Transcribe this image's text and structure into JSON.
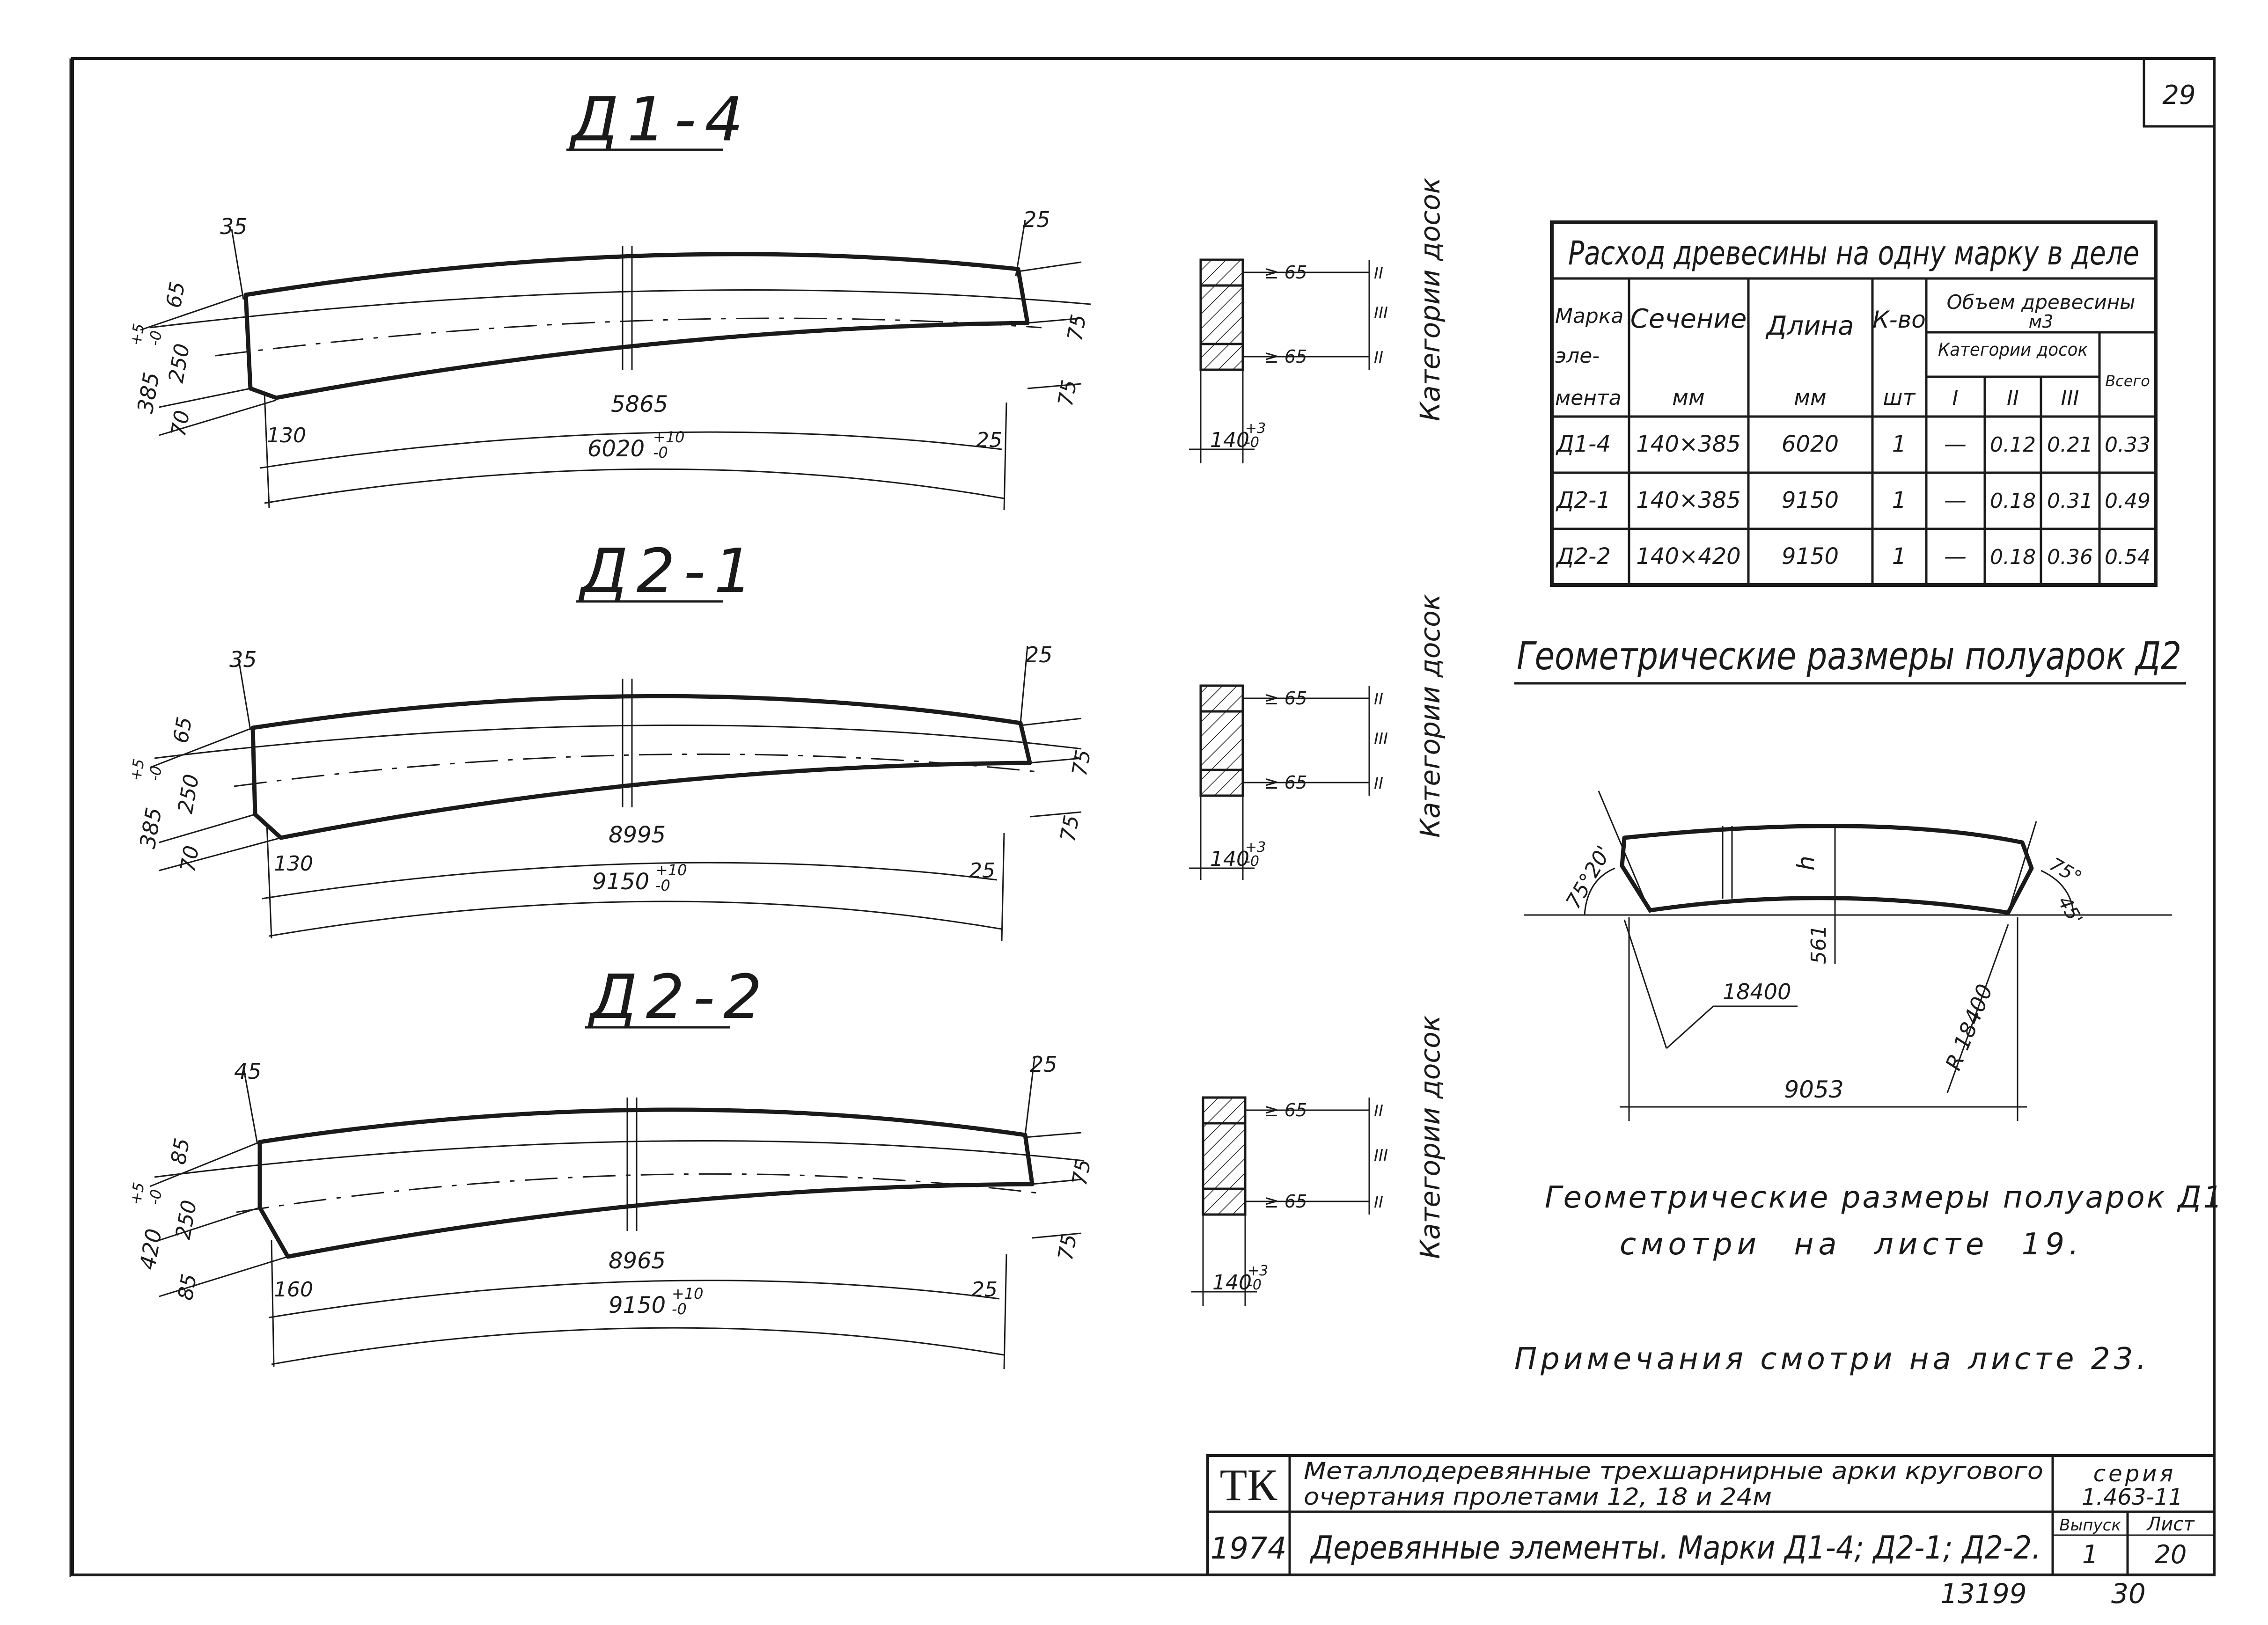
{
  "sheet_number": "29",
  "drawings": [
    {
      "title": "Д1-4",
      "dims": {
        "chamfer_left": "35",
        "chamfer_right": "25",
        "top_offset": "65",
        "depth": "250",
        "bottom_offset": "70",
        "total_height": "385",
        "total_tol_plus": "+5",
        "total_tol_minus": "-0",
        "right_top": "75",
        "right_bottom": "75",
        "left_bottom_offset": "130",
        "inner_length": "5865",
        "right_bottom_offset": "25",
        "length": "6020",
        "length_tol_plus": "+10",
        "length_tol_minus": "-0"
      },
      "section": {
        "grade_top": "≥ 65",
        "grade_bottom": "≥ 65",
        "cat_top": "II",
        "cat_mid": "III",
        "cat_bottom": "II",
        "width": "140",
        "width_tol_plus": "+3",
        "width_tol_minus": "-0"
      }
    },
    {
      "title": "Д2-1",
      "dims": {
        "chamfer_left": "35",
        "chamfer_right": "25",
        "top_offset": "65",
        "depth": "250",
        "bottom_offset": "70",
        "total_height": "385",
        "total_tol_plus": "+5",
        "total_tol_minus": "-0",
        "right_top": "75",
        "right_bottom": "75",
        "left_bottom_offset": "130",
        "inner_length": "8995",
        "right_bottom_offset": "25",
        "length": "9150",
        "length_tol_plus": "+10",
        "length_tol_minus": "-0"
      },
      "section": {
        "grade_top": "≥ 65",
        "grade_bottom": "≥ 65",
        "cat_top": "II",
        "cat_mid": "III",
        "cat_bottom": "II",
        "width": "140",
        "width_tol_plus": "+3",
        "width_tol_minus": "-0"
      }
    },
    {
      "title": "Д2-2",
      "dims": {
        "chamfer_left": "45",
        "chamfer_right": "25",
        "top_offset": "85",
        "depth": "250",
        "bottom_offset": "85",
        "total_height": "420",
        "total_tol_plus": "+5",
        "total_tol_minus": "-0",
        "right_top": "75",
        "right_bottom": "75",
        "left_bottom_offset": "160",
        "inner_length": "8965",
        "right_bottom_offset": "25",
        "length": "9150",
        "length_tol_plus": "+10",
        "length_tol_minus": "-0"
      },
      "section": {
        "grade_top": "≥ 65",
        "grade_bottom": "≥ 65",
        "cat_top": "II",
        "cat_mid": "III",
        "cat_bottom": "II",
        "width": "140",
        "width_tol_plus": "+3",
        "width_tol_minus": "-0"
      }
    }
  ],
  "section_caption": "Категории досок",
  "table": {
    "title": "Расход древесины на одну марку в деле",
    "headers": {
      "mark": [
        "Марка",
        "эле-",
        "мента"
      ],
      "section": "Сечение",
      "section_unit": "мм",
      "length": "Длина",
      "length_unit": "мм",
      "count": "К-во",
      "count_unit": "шт",
      "volume": "Объем древесины",
      "volume_unit": "м3",
      "categories": "Категории досок",
      "cat_1": "I",
      "cat_2": "II",
      "cat_3": "III",
      "total": "Всего"
    },
    "rows": [
      {
        "mark": "Д1-4",
        "section": "140×385",
        "length": "6020",
        "count": "1",
        "c1": "—",
        "c2": "0.12",
        "c3": "0.21",
        "total": "0.33"
      },
      {
        "mark": "Д2-1",
        "section": "140×385",
        "length": "9150",
        "count": "1",
        "c1": "—",
        "c2": "0.18",
        "c3": "0.31",
        "total": "0.49"
      },
      {
        "mark": "Д2-2",
        "section": "140×420",
        "length": "9150",
        "count": "1",
        "c1": "—",
        "c2": "0.18",
        "c3": "0.36",
        "total": "0.54"
      }
    ]
  },
  "geometry": {
    "title": "Геометрические размеры полуарок Д2",
    "angle_left": "75°20'",
    "angle_right_deg": "75°",
    "angle_right_min": "45'",
    "h_label": "h",
    "rise": "561",
    "radius_left": "18400",
    "radius_right": "R 18400",
    "span": "9053"
  },
  "notes": {
    "line1": "Геометрические размеры полуарок Д1",
    "line2": "смотри на листе 19.",
    "line3": "Примечания смотри на листе 23."
  },
  "title_block": {
    "org": "ТК",
    "year": "1974",
    "name_line1": "Металлодеревянные трехшарнирные арки кругового",
    "name_line2": "очертания пролетами 12, 18 и 24м",
    "name_line3": "Деревянные элементы. Марки Д1-4; Д2-1; Д2-2.",
    "series_label": "серия",
    "series": "1.463-11",
    "issue_label": "Выпуск",
    "issue": "1",
    "sheet_label": "Лист",
    "sheet": "20",
    "inventory": "13199",
    "page": "30"
  }
}
